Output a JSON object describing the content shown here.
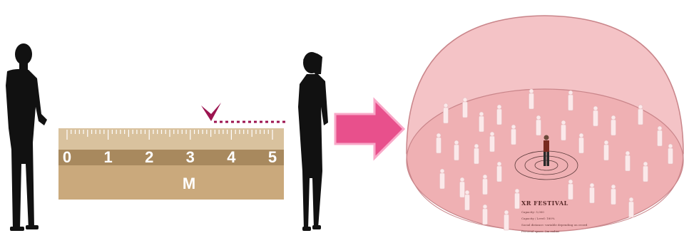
{
  "ruler": {
    "ticks": [
      "0",
      "1",
      "2",
      "3",
      "4",
      "5"
    ],
    "unit": "M"
  },
  "festival_caption": {
    "title": "XR FESTIVAL",
    "lines": [
      "Capacity: 5,000",
      "Capacity / Level: 180%",
      "Social distance: variable depending on crowd",
      "Personal space: 2m radius"
    ]
  },
  "colors": {
    "silhouette": "#111111",
    "ruler_light": "#d9c29e",
    "ruler_dark": "#a8895e",
    "marker": "#9c1450",
    "arrow": "#e8508c",
    "dome": "#f4c3c6",
    "dome_floor": "#efb0b3"
  }
}
